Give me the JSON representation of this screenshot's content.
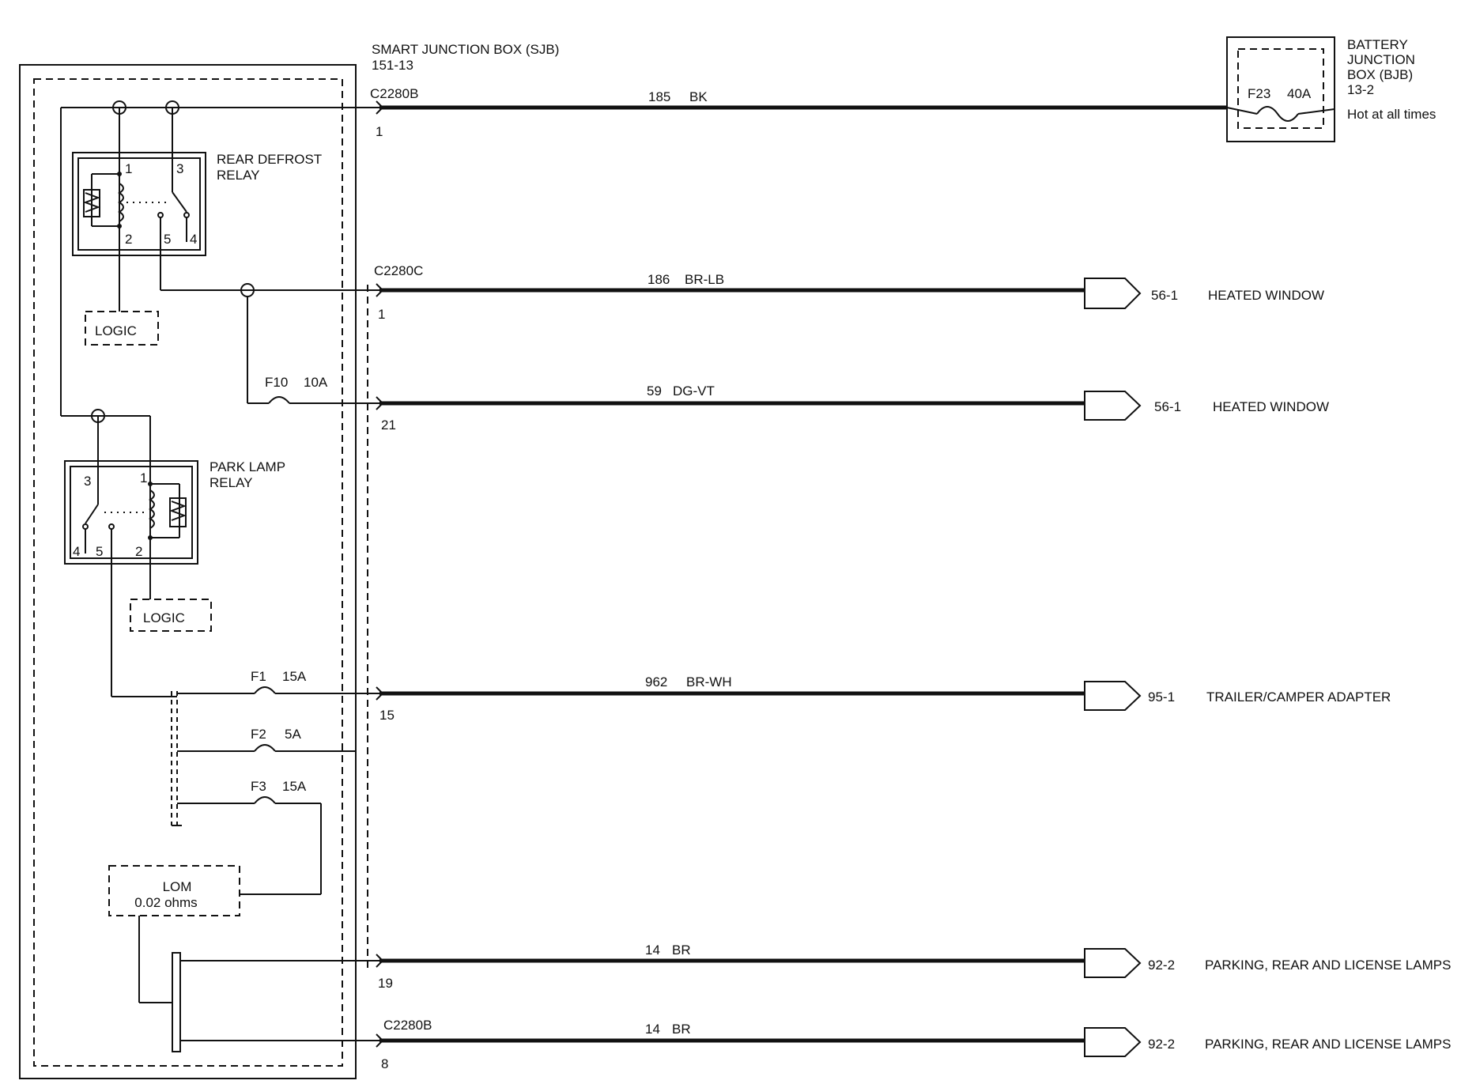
{
  "sjb": {
    "title": "SMART   JUNCTION    BOX (SJB)",
    "page": "151-13"
  },
  "bjb": {
    "line1": "BATTERY",
    "line2": "JUNCTION",
    "line3": "BOX (BJB)",
    "page": "13-2",
    "fuse": "F23",
    "amp": "40A",
    "note": "Hot at all times"
  },
  "rear_defrost_relay": {
    "line1": "REAR DEFROST",
    "line2": "RELAY",
    "pin1": "1",
    "pin2": "2",
    "pin3": "3",
    "pin4": "4",
    "pin5": "5"
  },
  "park_lamp_relay": {
    "line1": "PARK LAMP",
    "line2": "RELAY",
    "pin1": "1",
    "pin2": "2",
    "pin3": "3",
    "pin4": "4",
    "pin5": "5"
  },
  "logic": {
    "label": "LOGIC"
  },
  "lom": {
    "line1": "LOM",
    "line2": "0.02 ohms"
  },
  "fuses": {
    "f10": {
      "id": "F10",
      "amp": "10A"
    },
    "f1": {
      "id": "F1",
      "amp": "15A"
    },
    "f2": {
      "id": "F2",
      "amp": "5A"
    },
    "f3": {
      "id": "F3",
      "amp": "15A"
    }
  },
  "circuits": [
    {
      "connector": "C2280B",
      "pin": "1",
      "circuit": "185",
      "color": "BK",
      "page": "",
      "destination": ""
    },
    {
      "connector": "C2280C",
      "pin": "1",
      "circuit": "186",
      "color": "BR-LB",
      "page": "56-1",
      "destination": "HEATED WINDOW"
    },
    {
      "connector": "",
      "pin": "21",
      "circuit": "59",
      "color": "DG-VT",
      "page": "56-1",
      "destination": "HEATED WINDOW"
    },
    {
      "connector": "",
      "pin": "15",
      "circuit": "962",
      "color": "BR-WH",
      "page": "95-1",
      "destination": "TRAILER/CAMPER ADAPTER"
    },
    {
      "connector": "",
      "pin": "19",
      "circuit": "14",
      "color": "BR",
      "page": "92-2",
      "destination": "PARKING, REAR AND LICENSE LAMPS"
    },
    {
      "connector": "C2280B",
      "pin": "8",
      "circuit": "14",
      "color": "BR",
      "page": "92-2",
      "destination": "PARKING, REAR AND LICENSE LAMPS"
    }
  ]
}
